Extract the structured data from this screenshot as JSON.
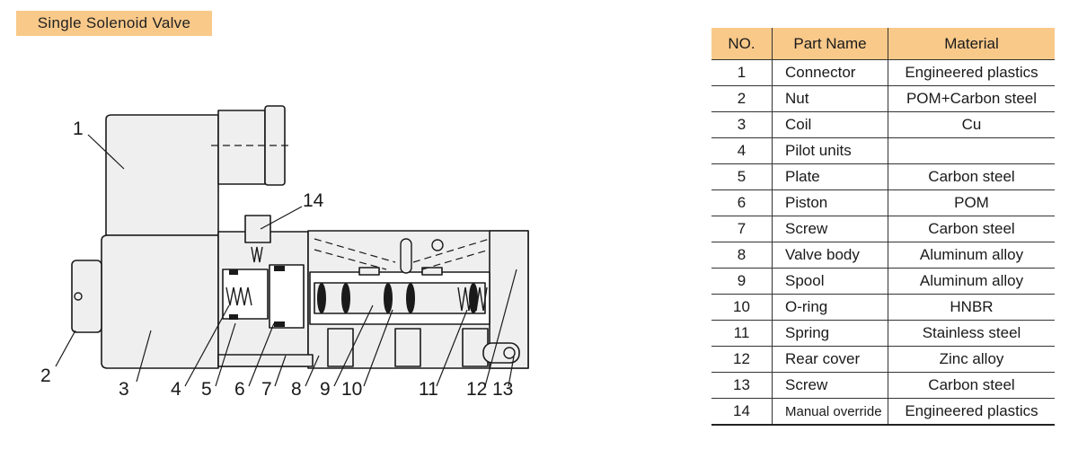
{
  "title": "Single Solenoid Valve",
  "callouts": [
    {
      "id": "1",
      "label": "1"
    },
    {
      "id": "2",
      "label": "2"
    },
    {
      "id": "3",
      "label": "3"
    },
    {
      "id": "4",
      "label": "4"
    },
    {
      "id": "5",
      "label": "5"
    },
    {
      "id": "6",
      "label": "6"
    },
    {
      "id": "7",
      "label": "7"
    },
    {
      "id": "8",
      "label": "8"
    },
    {
      "id": "9",
      "label": "9"
    },
    {
      "id": "10",
      "label": "10"
    },
    {
      "id": "11",
      "label": "11"
    },
    {
      "id": "12",
      "label": "12"
    },
    {
      "id": "13",
      "label": "13"
    },
    {
      "id": "14",
      "label": "14"
    }
  ],
  "table": {
    "headers": {
      "no": "NO.",
      "name": "Part Name",
      "material": "Material"
    },
    "rows": [
      {
        "no": "1",
        "name": "Connector",
        "material": "Engineered plastics"
      },
      {
        "no": "2",
        "name": "Nut",
        "material": "POM+Carbon steel"
      },
      {
        "no": "3",
        "name": "Coil",
        "material": "Cu"
      },
      {
        "no": "4",
        "name": "Pilot units",
        "material": ""
      },
      {
        "no": "5",
        "name": "Plate",
        "material": "Carbon steel"
      },
      {
        "no": "6",
        "name": "Piston",
        "material": "POM"
      },
      {
        "no": "7",
        "name": "Screw",
        "material": "Carbon steel"
      },
      {
        "no": "8",
        "name": "Valve body",
        "material": "Aluminum alloy"
      },
      {
        "no": "9",
        "name": "Spool",
        "material": "Aluminum alloy"
      },
      {
        "no": "10",
        "name": "O-ring",
        "material": "HNBR"
      },
      {
        "no": "11",
        "name": "Spring",
        "material": "Stainless steel"
      },
      {
        "no": "12",
        "name": "Rear cover",
        "material": "Zinc alloy"
      },
      {
        "no": "13",
        "name": "Screw",
        "material": "Carbon steel"
      },
      {
        "no": "14",
        "name": "Manual override",
        "material": "Engineered plastics"
      }
    ]
  },
  "colors": {
    "header_bg": "#f9c98a",
    "part_fill": "#efefef",
    "line": "#1a1a1a"
  }
}
